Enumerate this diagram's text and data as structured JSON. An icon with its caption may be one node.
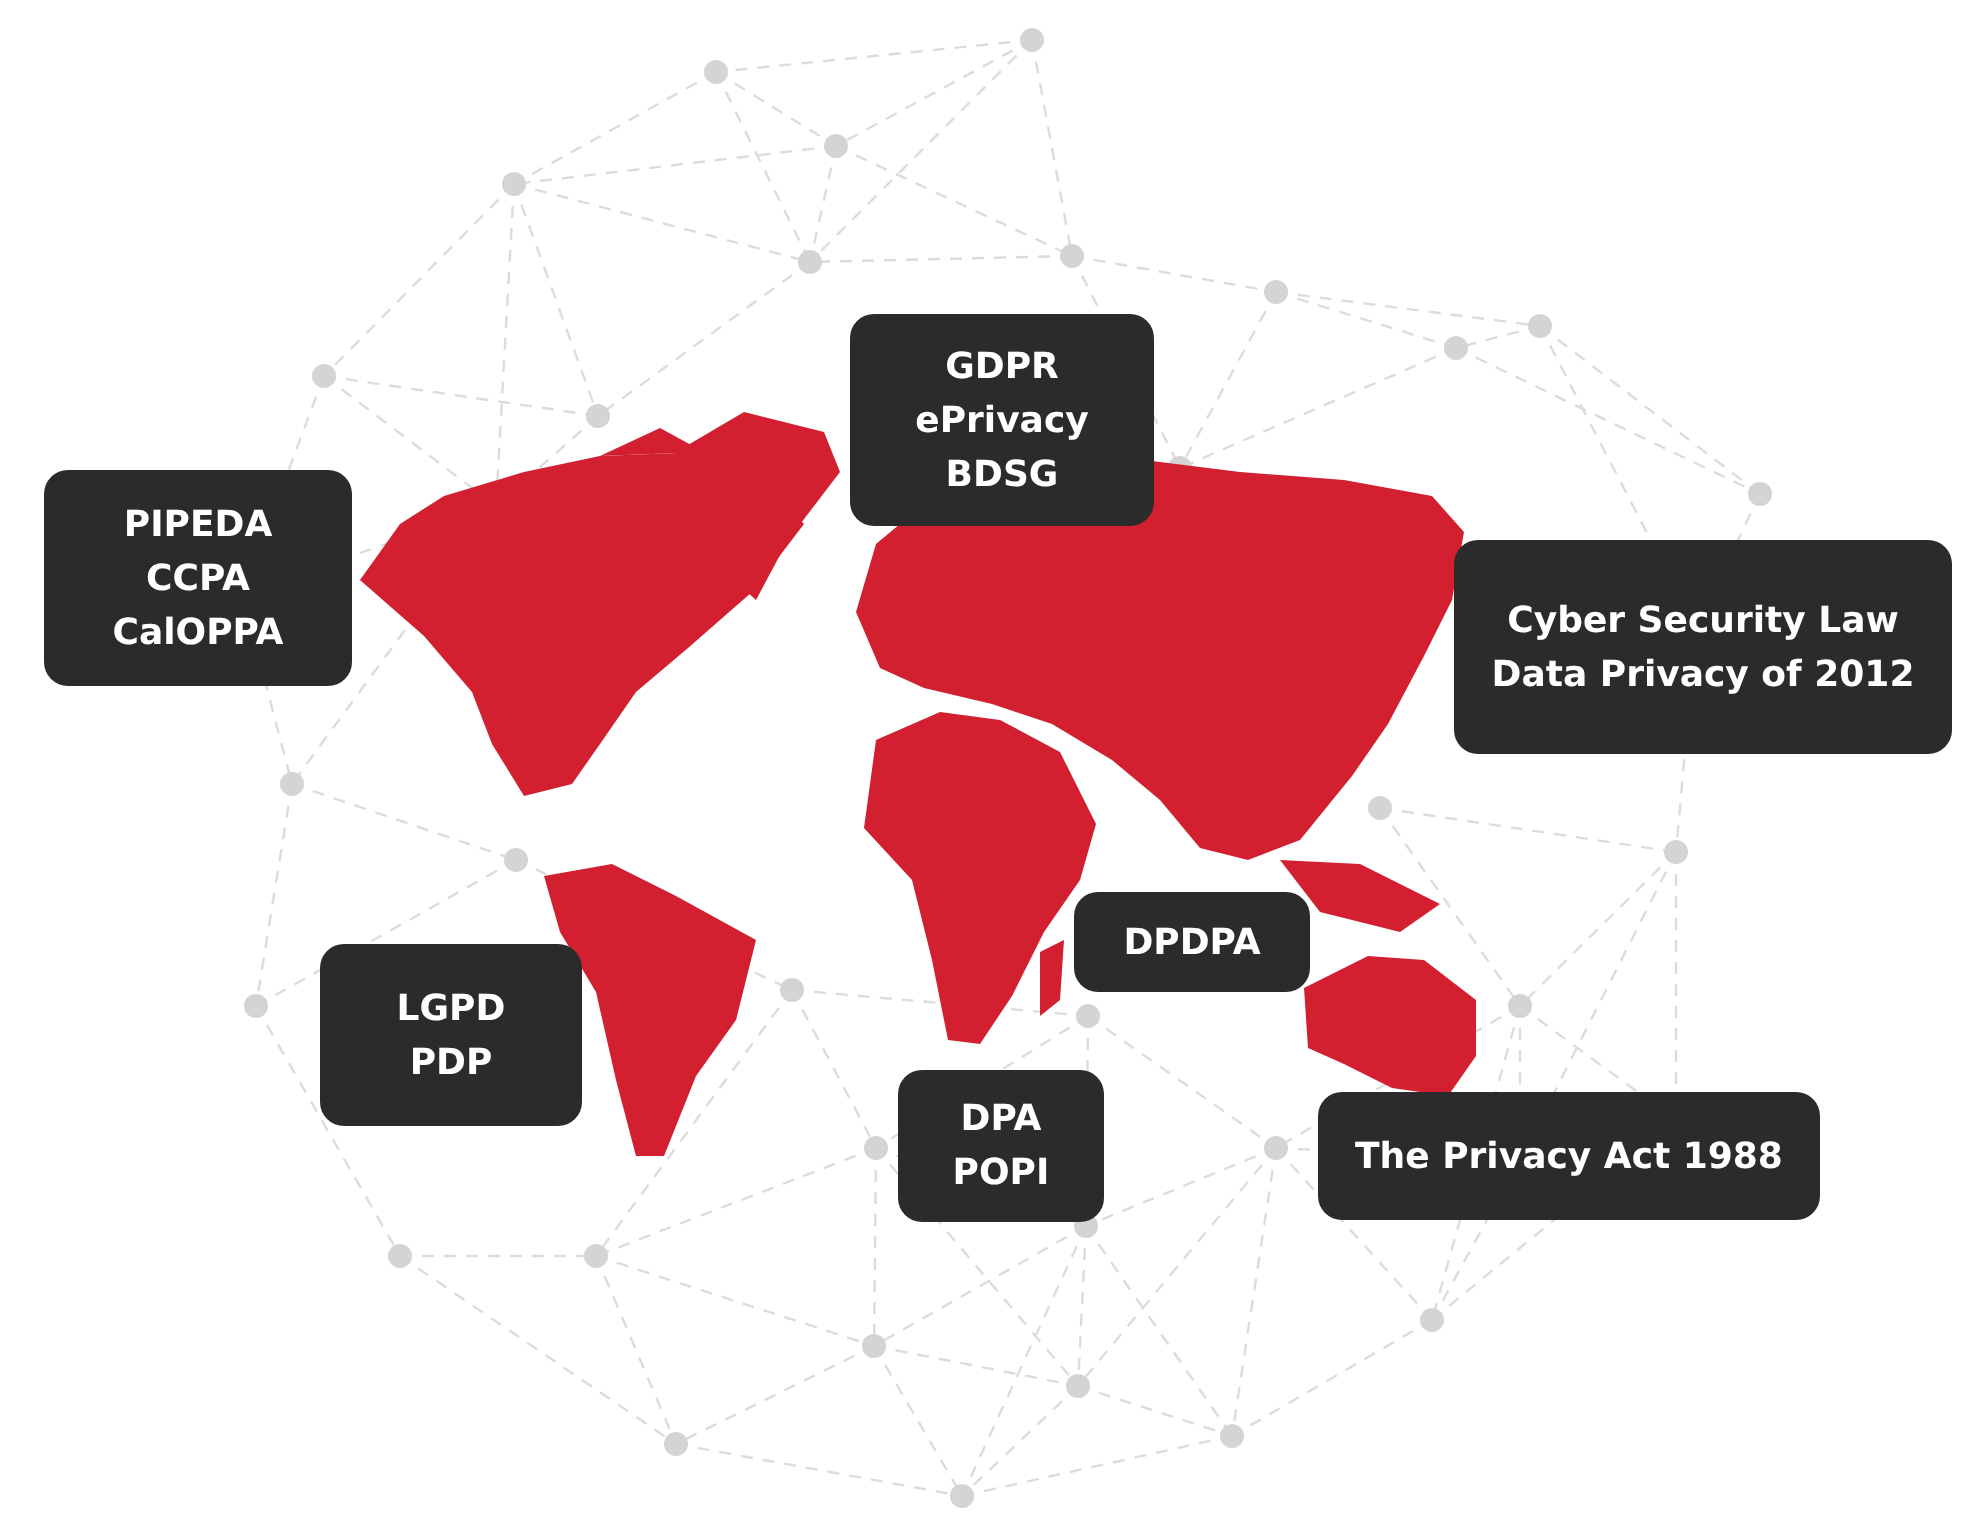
{
  "diagram": {
    "nodes": [
      {
        "text": [
          "PIPEDA",
          "CCPA",
          "CalOPPA"
        ]
      },
      {
        "text": [
          "GDPR",
          "ePrivacy",
          "BDSG"
        ]
      },
      {
        "text": [
          "Cyber Security Law",
          "Data Privacy of 2012"
        ]
      },
      {
        "text": [
          "LGPD",
          "PDP"
        ]
      },
      {
        "text": [
          "DPDPA"
        ]
      },
      {
        "text": [
          "DPA",
          "POPI"
        ]
      },
      {
        "text": [
          "The Privacy Act 1988"
        ]
      }
    ],
    "edges": []
  }
}
